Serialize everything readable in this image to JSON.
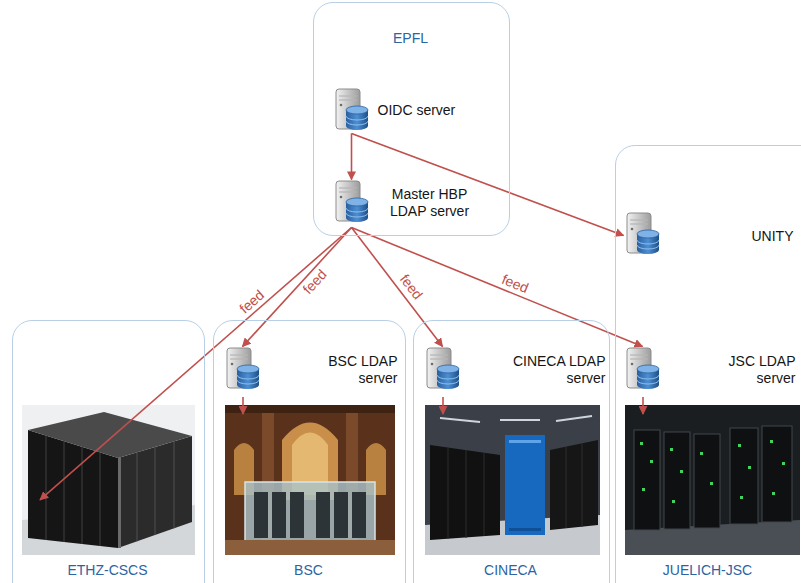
{
  "diagram": {
    "nodes": [
      {
        "text": [
          "EPFL"
        ]
      },
      {
        "text": [
          "OIDC server"
        ],
        "in": 0
      },
      {
        "text": [
          "Master HBP LDAP server"
        ],
        "in": 0
      },
      {
        "text": [
          "JUELICH-JSC"
        ]
      },
      {
        "text": [
          "UNITY"
        ],
        "in": 3
      },
      {
        "text": [
          "ETHZ-CSCS"
        ]
      },
      {
        "text": [
          "BSC"
        ]
      },
      {
        "text": [
          "BSC LDAP server"
        ],
        "in": 6
      },
      {
        "text": [
          "CINECA"
        ]
      },
      {
        "text": [
          "CINECA LDAP server"
        ],
        "in": 8
      },
      {
        "text": [
          "JSC LDAP server"
        ],
        "in": 3
      }
    ],
    "edges": [
      {
        "from": 1,
        "to": 2,
        "arrow": "to"
      },
      {
        "from": 1,
        "to": 4,
        "arrow": "to"
      },
      {
        "from": 2,
        "to": 5,
        "label": "feed",
        "arrow": "to"
      },
      {
        "from": 2,
        "to": 7,
        "label": "feed",
        "arrow": "to"
      },
      {
        "from": 2,
        "to": 9,
        "label": "feed",
        "arrow": "to"
      },
      {
        "from": 2,
        "to": 10,
        "label": "feed",
        "arrow": "to"
      }
    ]
  }
}
